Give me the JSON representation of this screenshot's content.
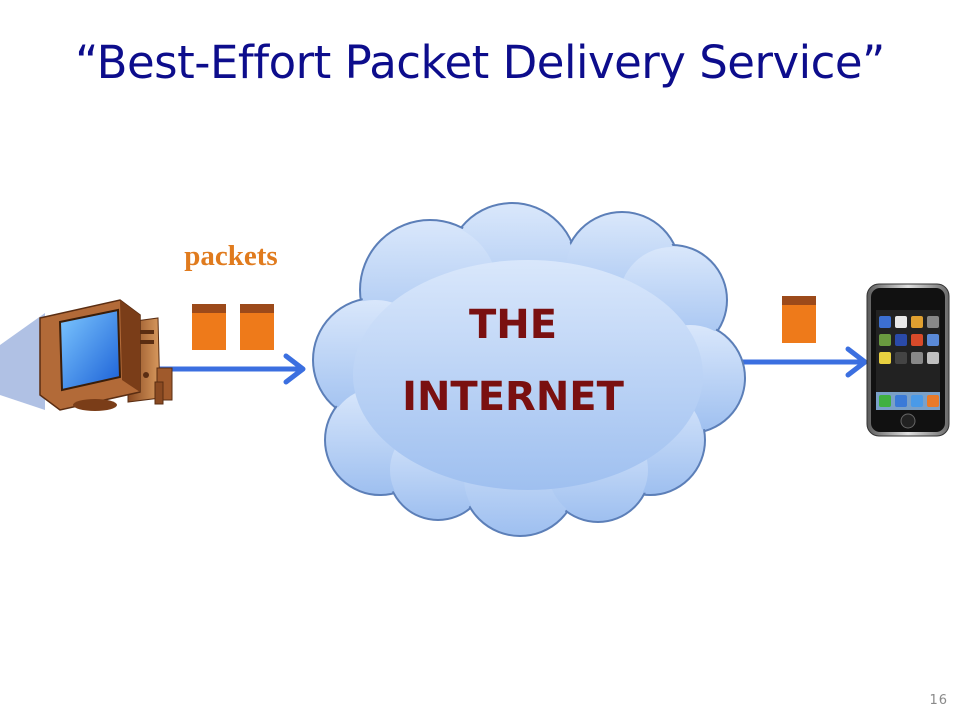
{
  "slide": {
    "title": "“Best-Effort Packet Delivery Service”",
    "slide_number": "16"
  },
  "diagram": {
    "packets_label": "packets",
    "cloud_label_line1": "THE",
    "cloud_label_line2": "INTERNET",
    "icons": {
      "sender": "desktop-computer-icon",
      "receiver": "smartphone-icon"
    }
  },
  "colors": {
    "title": "#0d0d8c",
    "packets_label": "#e07b1e",
    "packet_body": "#ee7a1a",
    "packet_top": "#9c4a1a",
    "cloud_fill": "#b4d0f4",
    "cloud_stroke": "#5c7fb8",
    "cloud_text": "#7a1010",
    "arrow": "#3b6fe0"
  }
}
